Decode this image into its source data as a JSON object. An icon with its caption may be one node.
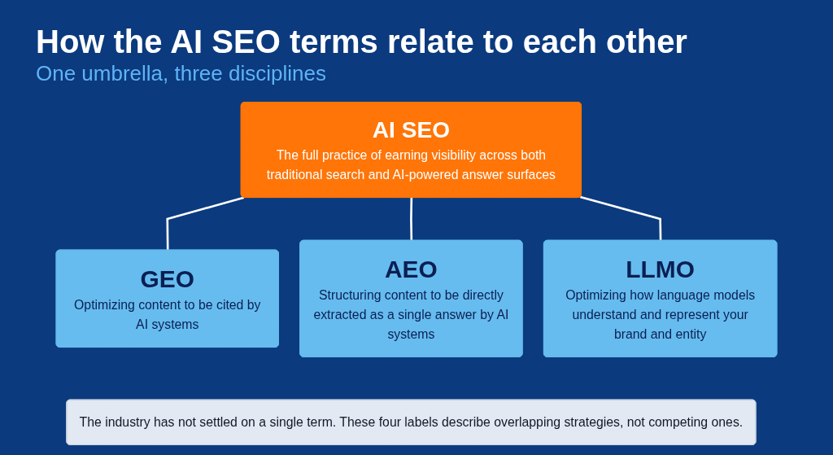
{
  "diagram": {
    "title": "How the AI SEO terms relate to each other",
    "nodes": [
      {
        "text": [
          "AI SEO",
          "The full practice of earning visibility across both traditional search and AI-powered answer surfaces"
        ]
      },
      {
        "text": [
          "GEO",
          "Optimizing content to be cited by AI systems"
        ]
      },
      {
        "text": [
          "AEO",
          "Structuring content to be directly extracted as a single answer by AI systems"
        ]
      },
      {
        "text": [
          "LLMO",
          "Optimizing how language models understand and represent your brand and entity"
        ]
      },
      {
        "text": [
          "The industry has not settled on a single term. These four labels describe overlapping strategies, not competing ones."
        ]
      }
    ],
    "edges": [
      {
        "from": 0,
        "to": 1,
        "arrow": "none"
      },
      {
        "from": 0,
        "to": 2,
        "arrow": "none"
      },
      {
        "from": 0,
        "to": 3,
        "arrow": "none"
      }
    ],
    "labels": [
      "One umbrella, three disciplines"
    ]
  }
}
